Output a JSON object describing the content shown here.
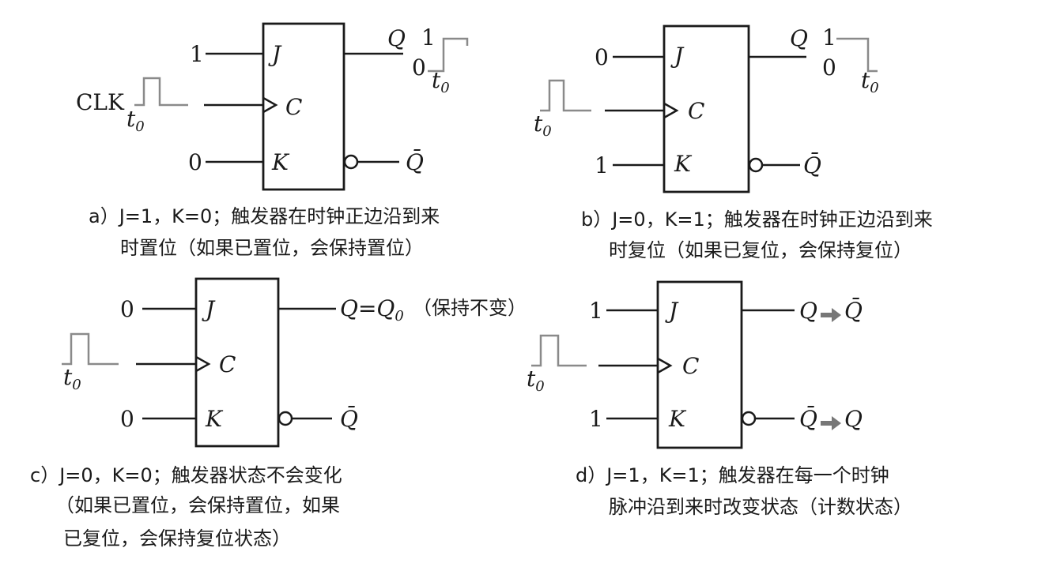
{
  "panels": {
    "a": {
      "inputs": {
        "j_value": "1",
        "k_value": "0",
        "clk_label": "CLK"
      },
      "pins": {
        "j": "J",
        "c": "C",
        "k": "K"
      },
      "outputs": {
        "q": "Q",
        "qbar": "Q̄"
      },
      "waveform": {
        "high": "1",
        "low": "0"
      },
      "t_label": "t",
      "t_sub": "0",
      "caption": [
        "a）J=1，K=0；触发器在时钟正边沿到来",
        "时置位（如果已置位，会保持置位）"
      ]
    },
    "b": {
      "inputs": {
        "j_value": "0",
        "k_value": "1"
      },
      "pins": {
        "j": "J",
        "c": "C",
        "k": "K"
      },
      "outputs": {
        "q": "Q",
        "qbar": "Q̄"
      },
      "waveform": {
        "high": "1",
        "low": "0"
      },
      "t_label": "t",
      "t_sub": "0",
      "caption": [
        "b）J=0，K=1；触发器在时钟正边沿到来",
        "时复位（如果已复位，会保持复位）"
      ]
    },
    "c": {
      "inputs": {
        "j_value": "0",
        "k_value": "0"
      },
      "pins": {
        "j": "J",
        "c": "C",
        "k": "K"
      },
      "outputs": {
        "q": "Q=Q",
        "q_sub": "0",
        "q_note": "（保持不变）",
        "qbar": "Q̄"
      },
      "t_label": "t",
      "t_sub": "0",
      "caption": [
        "c）J=0，K=0；触发器状态不会变化",
        "（如果已置位，会保持置位，如果",
        "已复位，会保持复位状态）"
      ]
    },
    "d": {
      "inputs": {
        "j_value": "1",
        "k_value": "1"
      },
      "pins": {
        "j": "J",
        "c": "C",
        "k": "K"
      },
      "outputs": {
        "q": "Q",
        "q_to": "Q̄",
        "qbar": "Q̄",
        "qbar_to": "Q"
      },
      "t_label": "t",
      "t_sub": "0",
      "caption": [
        "d）J=1，K=1；触发器在每一个时钟",
        "脉冲沿到来时改变状态（计数状态）"
      ]
    }
  }
}
